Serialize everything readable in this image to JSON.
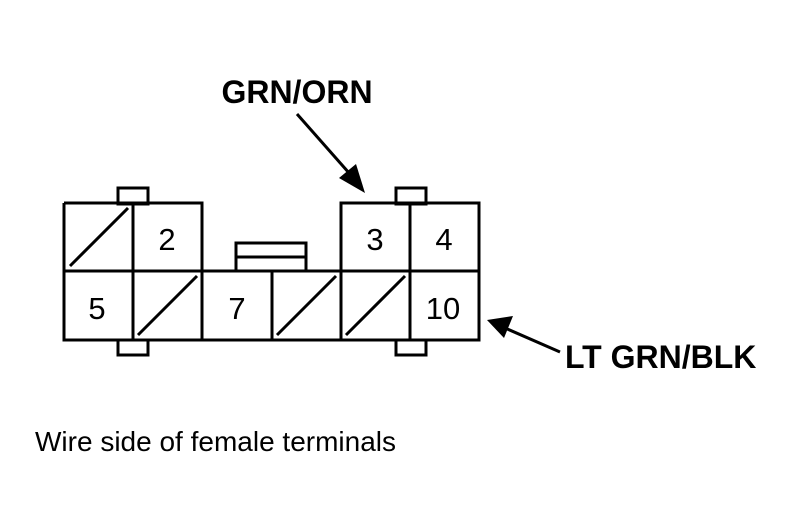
{
  "labels": {
    "top_wire": "GRN/ORN",
    "right_wire": "LT GRN/BLK",
    "caption": "Wire side of female terminals"
  },
  "terminals": {
    "t2": "2",
    "t3": "3",
    "t4": "4",
    "t5": "5",
    "t7": "7",
    "t10": "10"
  },
  "empty_cavities": [
    "1",
    "6",
    "8",
    "9"
  ]
}
